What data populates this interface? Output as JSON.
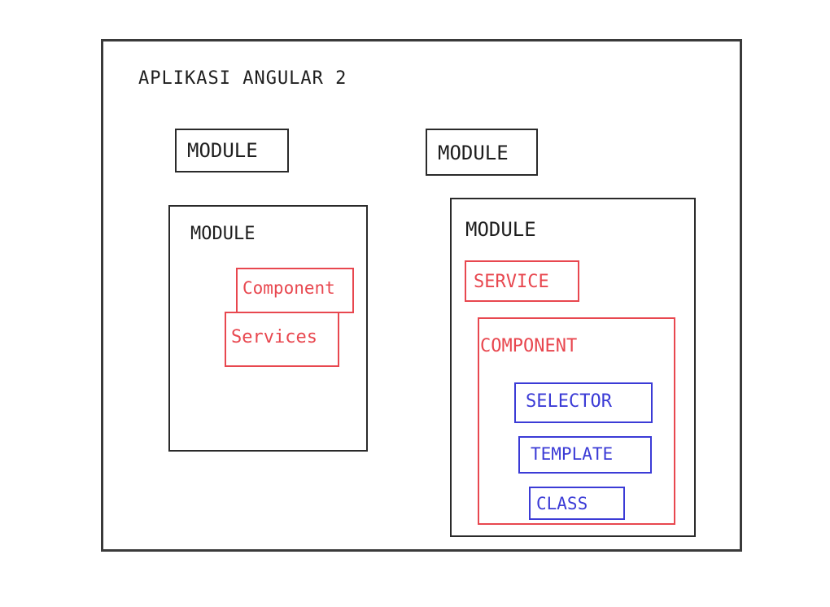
{
  "diagram": {
    "title": "APLIKASI ANGULAR 2",
    "module_label_1": "MODULE",
    "module_label_2": "MODULE",
    "module_left": {
      "title": "MODULE",
      "component": "Component",
      "services": "Services"
    },
    "module_right": {
      "title": "MODULE",
      "service": "SERVICE",
      "component": {
        "title": "COMPONENT",
        "selector": "SELECTOR",
        "template": "TEMPLATE",
        "class": "CLASS"
      }
    }
  },
  "colors": {
    "ink": "#1e1e1e",
    "red": "#e8474f",
    "blue": "#3b3bd6"
  }
}
